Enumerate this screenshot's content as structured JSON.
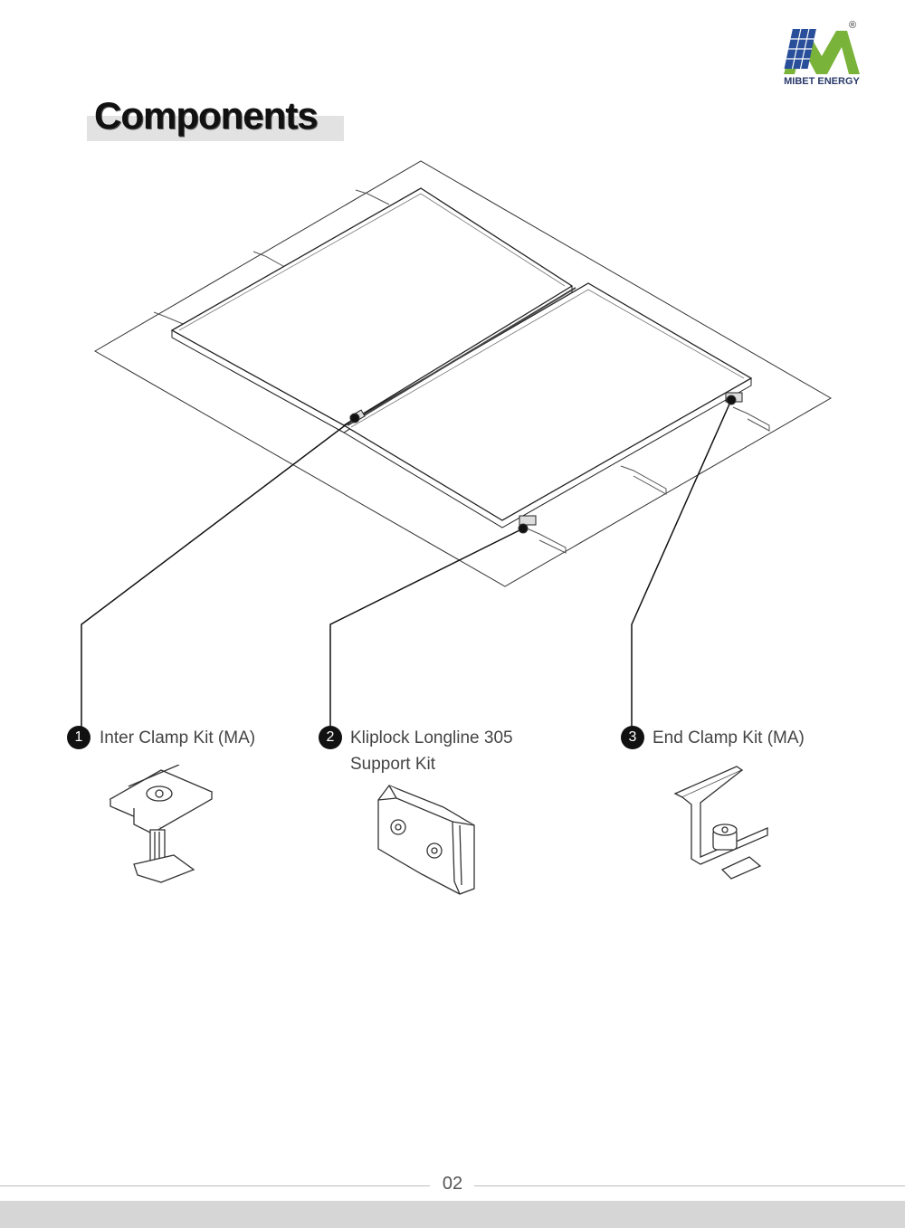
{
  "brand": {
    "name": "MIBET ENERGY",
    "registered": "®"
  },
  "page_title": "Components",
  "components": [
    {
      "number": "1",
      "label": "Inter Clamp Kit (MA)"
    },
    {
      "number": "2",
      "label_line1": "Kliplock Longline 305",
      "label_line2": "Support Kit"
    },
    {
      "number": "3",
      "label": "End Clamp Kit (MA)"
    }
  ],
  "page_number": "02",
  "colors": {
    "logo_green": "#7ab33a",
    "logo_navy": "#2a3a6a",
    "footer_band": "#d6d6d6"
  }
}
